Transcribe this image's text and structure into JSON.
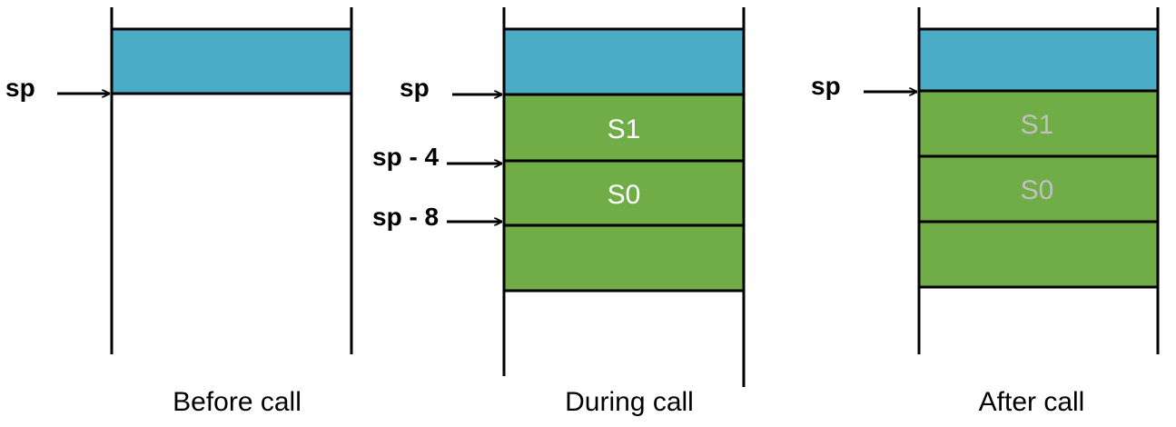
{
  "colors": {
    "blue": "#4bacc6",
    "green": "#70ad47",
    "line": "#000000",
    "active_text": "#ffffff",
    "stale_text": "#c0c0c0"
  },
  "panels": {
    "before": {
      "caption": "Before call",
      "sp_label": "sp"
    },
    "during": {
      "caption": "During call",
      "sp_label": "sp",
      "sp_minus_4_label": "sp - 4",
      "sp_minus_8_label": "sp - 8",
      "slot_1": "S1",
      "slot_2": "S0"
    },
    "after": {
      "caption": "After call",
      "sp_label": "sp",
      "slot_1": "S1",
      "slot_2": "S0"
    }
  }
}
